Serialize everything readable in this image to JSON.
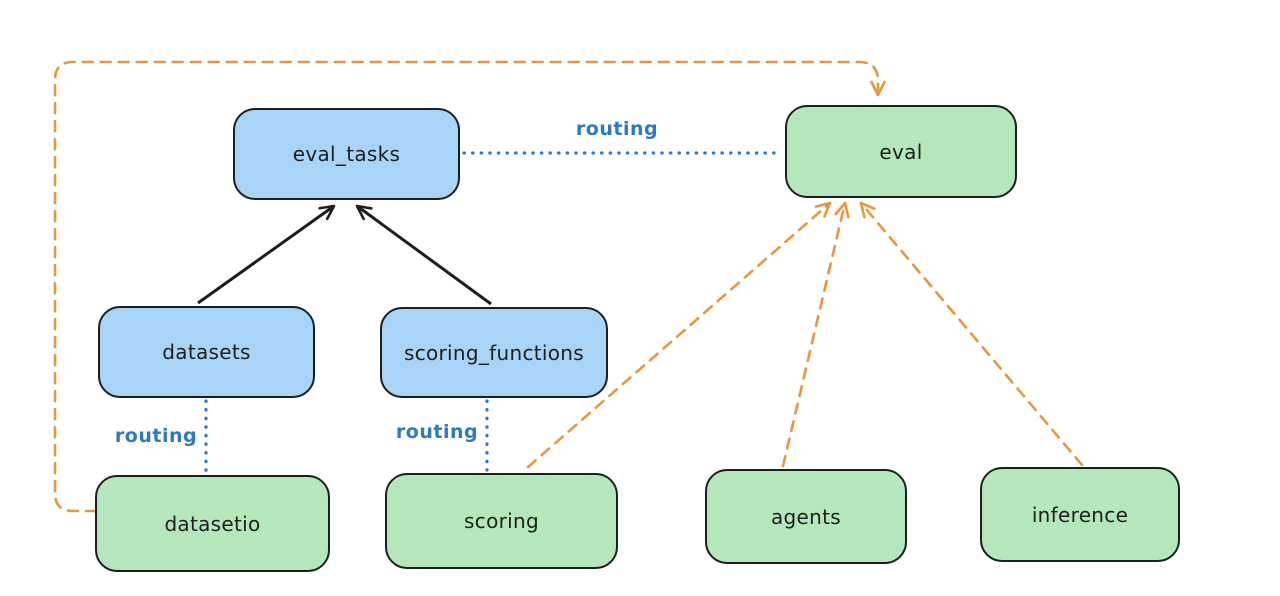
{
  "diagram": {
    "kind": "architecture-flow-diagram",
    "nodes": [
      {
        "id": "eval_tasks",
        "label": "eval_tasks",
        "fill": "blue"
      },
      {
        "id": "eval",
        "label": "eval",
        "fill": "green"
      },
      {
        "id": "datasets",
        "label": "datasets",
        "fill": "blue"
      },
      {
        "id": "scoring_functions",
        "label": "scoring_functions",
        "fill": "blue"
      },
      {
        "id": "datasetio",
        "label": "datasetio",
        "fill": "green"
      },
      {
        "id": "scoring",
        "label": "scoring",
        "fill": "green"
      },
      {
        "id": "agents",
        "label": "agents",
        "fill": "green"
      },
      {
        "id": "inference",
        "label": "inference",
        "fill": "green"
      }
    ],
    "edges": [
      {
        "from": "datasets",
        "to": "eval_tasks",
        "style": "solid-black-arrow",
        "label": ""
      },
      {
        "from": "scoring_functions",
        "to": "eval_tasks",
        "style": "solid-black-arrow",
        "label": ""
      },
      {
        "from": "eval_tasks",
        "to": "eval",
        "style": "dotted-blue",
        "label": "routing"
      },
      {
        "from": "datasets",
        "to": "datasetio",
        "style": "dotted-blue",
        "label": "routing"
      },
      {
        "from": "scoring_functions",
        "to": "scoring",
        "style": "dotted-blue",
        "label": "routing"
      },
      {
        "from": "datasetio",
        "to": "eval",
        "style": "dashed-orange-arrow",
        "label": ""
      },
      {
        "from": "scoring",
        "to": "eval",
        "style": "dashed-orange-arrow",
        "label": ""
      },
      {
        "from": "agents",
        "to": "eval",
        "style": "dashed-orange-arrow",
        "label": ""
      },
      {
        "from": "inference",
        "to": "eval",
        "style": "dashed-orange-arrow",
        "label": ""
      }
    ],
    "colors": {
      "blue_fill": "#a7d4f7",
      "green_fill": "#b4e8bc",
      "stroke": "#1e1e1e",
      "routing_blue": "#2d79c4",
      "orange": "#eb963c"
    }
  }
}
